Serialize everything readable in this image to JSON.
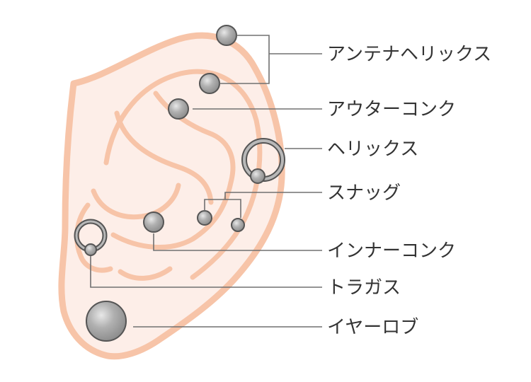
{
  "diagram": {
    "colors": {
      "skin_fill": "#fdeee8",
      "skin_outline": "#f7c4a8",
      "piercing_fill": "#aaaaaa",
      "piercing_outline": "#555555",
      "leader_line": "#707070",
      "label_text": "#333333"
    },
    "labels": {
      "antenna_helix": "アンテナヘリックス",
      "outer_conch": "アウターコンク",
      "helix": "ヘリックス",
      "snug": "スナッグ",
      "inner_conch": "インナーコンク",
      "tragus": "トラガス",
      "earlobe": "イヤーロブ"
    }
  }
}
